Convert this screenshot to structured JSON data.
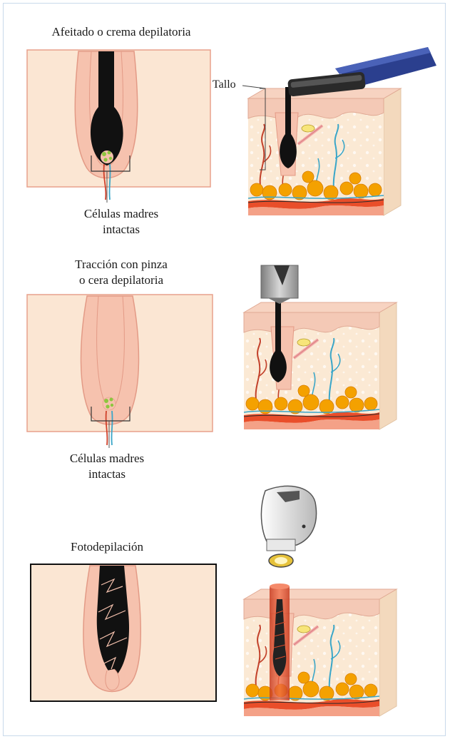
{
  "labels": {
    "shaving": "Afeitado o crema depilatoria",
    "stem_cells_1_line1": "Células madres",
    "stem_cells_1_line2": "intactas",
    "tweezing_line1": "Tracción con pinza",
    "tweezing_line2": "o cera depilatoria",
    "stem_cells_2_line1": "Células madres",
    "stem_cells_2_line2": "intactas",
    "photo": "Fotodepilación",
    "shaft": "Tallo"
  },
  "colors": {
    "panel_bg": "#fbe6d3",
    "panel_border_pink": "#e8a08c",
    "follicle_skin": "#f6c2ae",
    "follicle_outline": "#e39a86",
    "hair": "#111111",
    "stem_cells": "#8dc63f",
    "skin_top": "#f4c9b6",
    "dermis": "#fbe9d4",
    "fat": "#f4a100",
    "vessel_red": "#d0402a",
    "vessel_blue": "#3aa6c8",
    "laser": "#d94a2a",
    "razor": "#2b3f8e",
    "tweezer": "#9a9a9a"
  },
  "icons": [
    "razor-icon",
    "tweezer-icon",
    "laser-device-icon"
  ]
}
